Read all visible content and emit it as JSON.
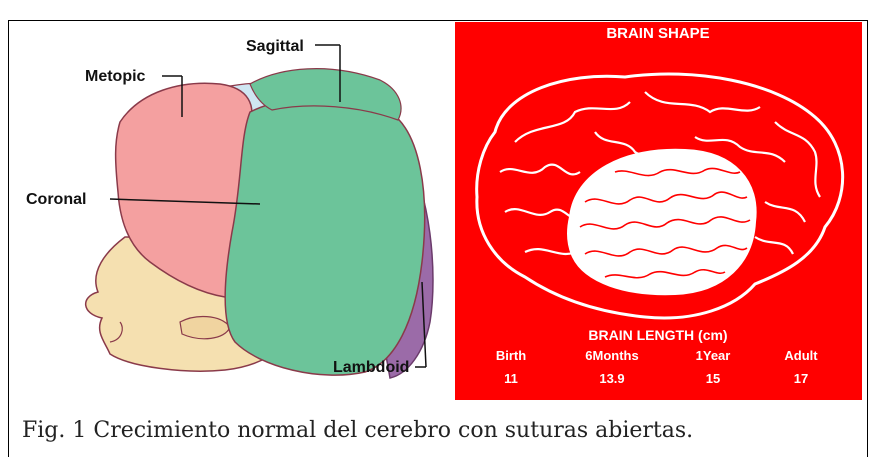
{
  "skull_diagram": {
    "labels": {
      "sagittal": "Sagittal",
      "metopic": "Metopic",
      "coronal": "Coronal",
      "lambdoid": "Lambdoid"
    },
    "colors": {
      "frontal_bone": "#f4a0a0",
      "parietal_bone": "#6cc49a",
      "facial_bones": "#f5e0b0",
      "fontanelle": "#cfe6f2",
      "occipital": "#9b6ba8"
    }
  },
  "brain_panel": {
    "title": "BRAIN  SHAPE",
    "length_title": "BRAIN LENGTH  (cm)",
    "stages": [
      "Birth",
      "6Months",
      "1Year",
      "Adult"
    ],
    "lengths": [
      "11",
      "13.9",
      "15",
      "17"
    ],
    "background": "#ff0000"
  },
  "caption": "Fig. 1 Crecimiento normal del cerebro con suturas abiertas."
}
